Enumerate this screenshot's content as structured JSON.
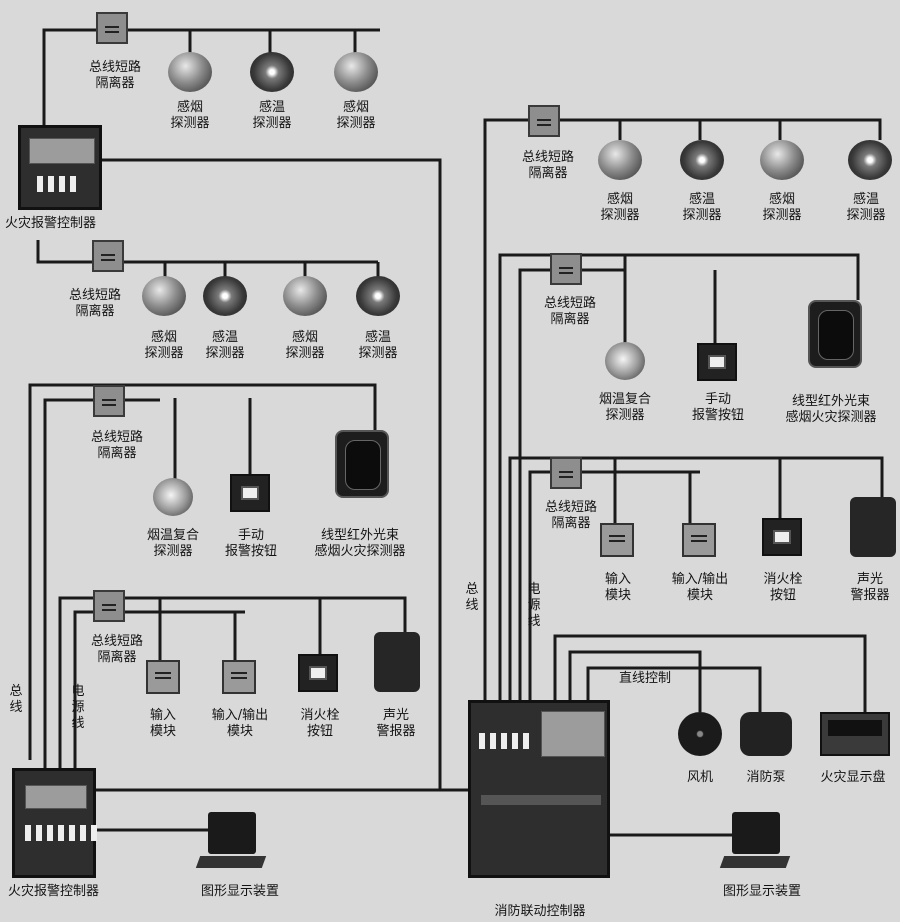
{
  "labels": {
    "isolator": "总线短路\n隔离器",
    "smoke_detector": "感烟\n探测器",
    "heat_detector": "感温\n探测器",
    "combo_detector": "烟温复合\n探测器",
    "manual_button": "手动\n报警按钮",
    "beam_detector": "线型红外光束\n感烟火灾探测器",
    "input_module": "输入\n模块",
    "io_module": "输入/输出\n模块",
    "hydrant_button": "消火栓\n按钮",
    "sound_light_alarm": "声光\n警报器",
    "fire_alarm_controller": "火灾报警控制器",
    "graphic_display": "图形显示装置",
    "linkage_controller": "消防联动控制器",
    "bus_line": "总\n线",
    "power_line": "电\n源\n线",
    "direct_control": "直线控制",
    "fan": "风机",
    "fire_pump": "消防泵",
    "fire_display_panel": "火灾显示盘"
  }
}
